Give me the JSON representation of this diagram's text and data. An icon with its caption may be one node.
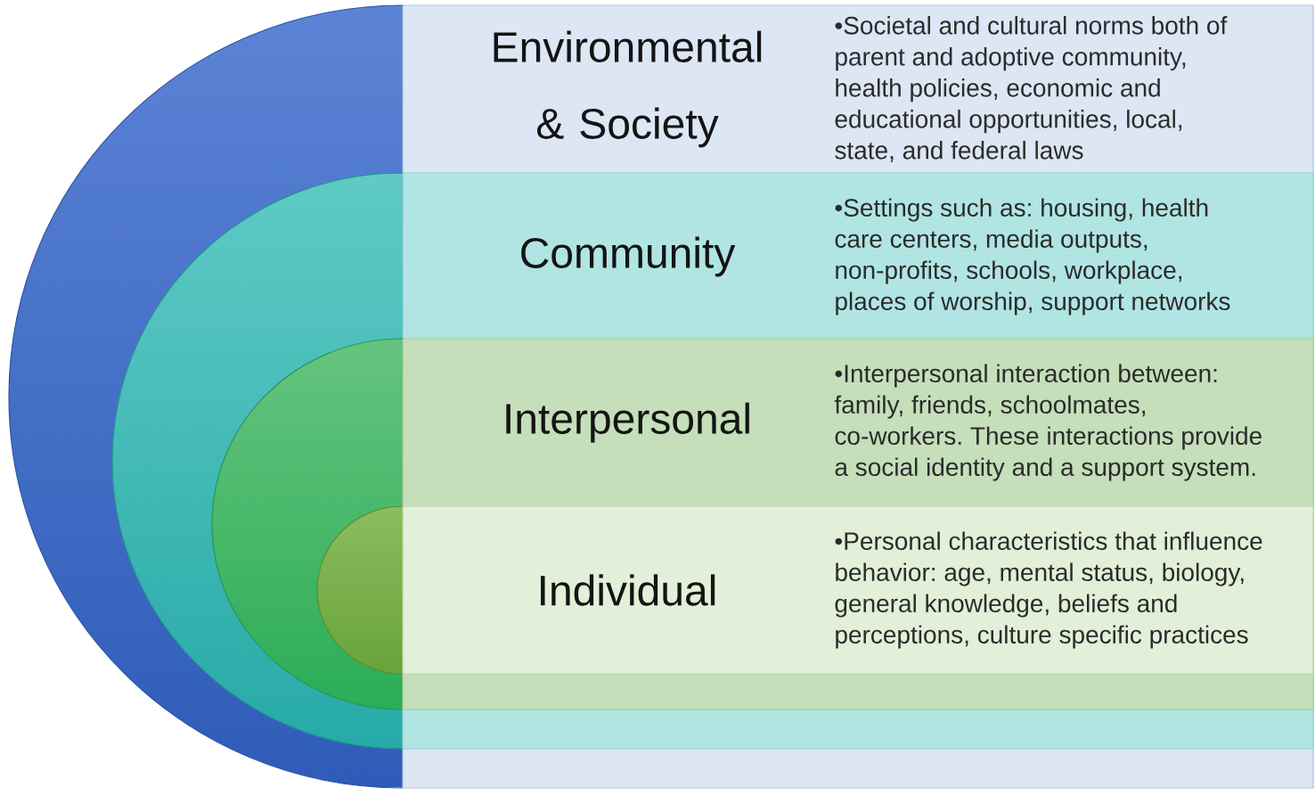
{
  "diagram": {
    "nodes": [
      {
        "text": [
          "Environmental & Society",
          "•Societal and cultural norms both of parent and adoptive community, health policies, economic and educational opportunities, local, state, and federal laws"
        ]
      },
      {
        "text": [
          "Community",
          "•Settings such as: housing, health care centers, media outputs, non-profits, schools, workplace, places of worship, support networks"
        ],
        "in": 0
      },
      {
        "text": [
          "Interpersonal",
          "•Interpersonal interaction between: family, friends, schoolmates, co-workers. These interactions provide a social identity and a support system."
        ],
        "in": 1
      },
      {
        "text": [
          "Individual",
          "•Personal characteristics that influence behavior: age, mental status, biology, general knowledge, beliefs and perceptions, culture specific practices"
        ],
        "in": 2
      }
    ]
  }
}
